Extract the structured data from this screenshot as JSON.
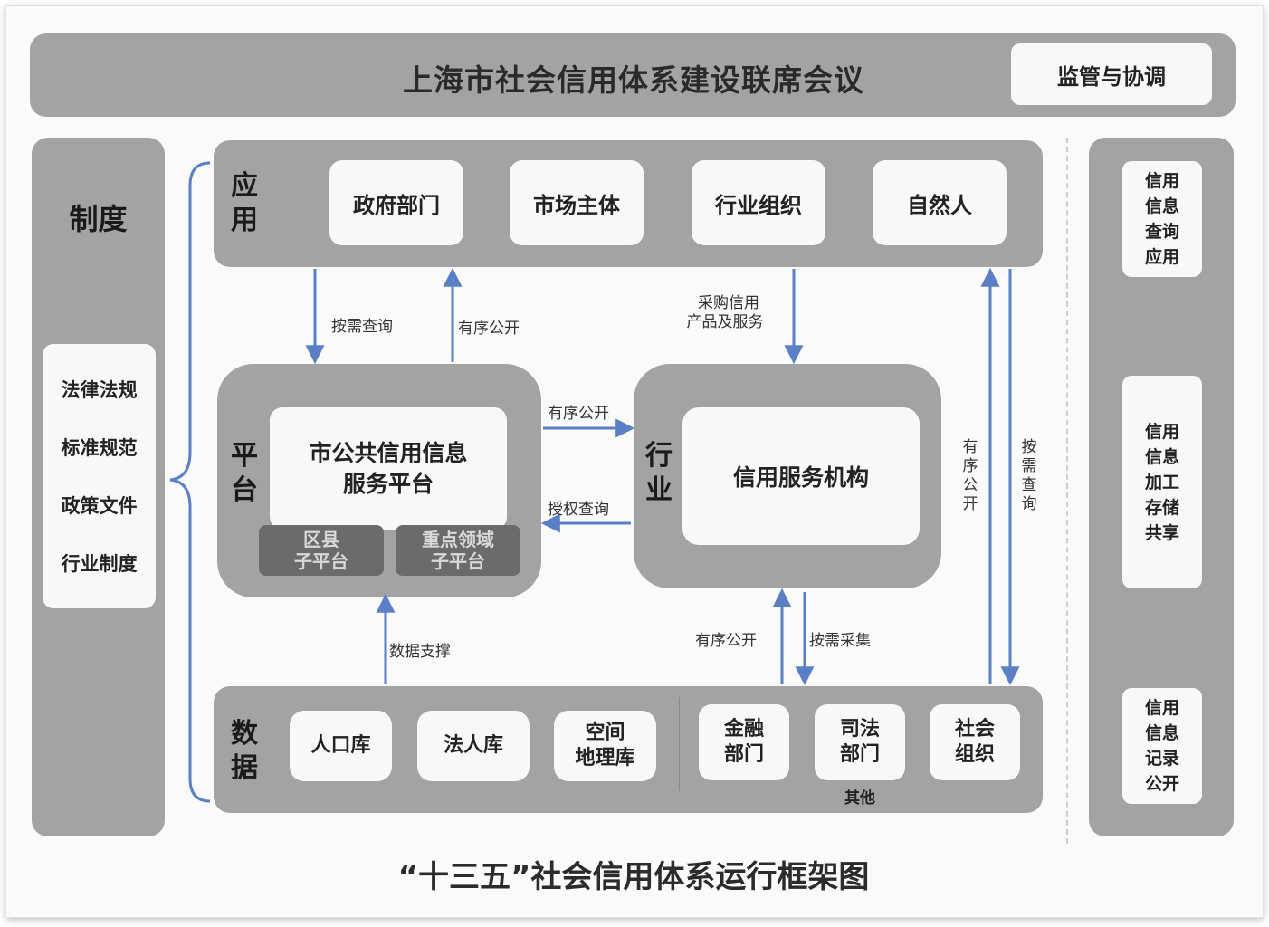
{
  "header": {
    "title": "上海市社会信用体系建设联席会议",
    "supervision": "监管与协调"
  },
  "institutions": {
    "title": "制度",
    "items": [
      "法律法规",
      "标准规范",
      "政策文件",
      "行业制度"
    ]
  },
  "application": {
    "label": [
      "应",
      "用"
    ],
    "entities": [
      "政府部门",
      "市场主体",
      "行业组织",
      "自然人"
    ]
  },
  "platform": {
    "label": [
      "平",
      "台"
    ],
    "main": [
      "市公共信用信息",
      "服务平台"
    ],
    "sub": [
      {
        "line1": "区县",
        "line2": "子平台"
      },
      {
        "line1": "重点领域",
        "line2": "子平台"
      }
    ]
  },
  "industry": {
    "label": [
      "行",
      "业"
    ],
    "main": "信用服务机构"
  },
  "data_layer": {
    "label": [
      "数",
      "据"
    ],
    "databases": [
      {
        "line1": "人口库",
        "line2": ""
      },
      {
        "line1": "法人库",
        "line2": ""
      },
      {
        "line1": "空间",
        "line2": "地理库"
      }
    ],
    "others": [
      {
        "line1": "金融",
        "line2": "部门"
      },
      {
        "line1": "司法",
        "line2": "部门"
      },
      {
        "line1": "社会",
        "line2": "组织"
      }
    ],
    "others_label": "其他"
  },
  "right_functions": [
    [
      "信用",
      "信息",
      "查询",
      "应用"
    ],
    [
      "信用",
      "信息",
      "加工",
      "存储",
      "共享"
    ],
    [
      "信用",
      "信息",
      "记录",
      "公开"
    ]
  ],
  "flows": {
    "query_on_demand": "按需查询",
    "orderly_disclosure": "有序公开",
    "purchase_line1": "采购信用",
    "purchase_line2": "产品及服务",
    "plat_to_ind": "有序公开",
    "authorized_query": "授权查询",
    "data_support": "数据支撑",
    "ind_disclosure": "有序公开",
    "on_demand_collect": "按需采集",
    "right_disclosure": [
      "有",
      "序",
      "公",
      "开"
    ],
    "right_query": [
      "按",
      "需",
      "查",
      "询"
    ]
  },
  "caption": "“十三五”社会信用体系运行框架图",
  "colors": {
    "band": "#a3a3a3",
    "box": "#f8f8f8",
    "sub_platform": "#6b6b6b",
    "arrow": "#5b7fc7"
  }
}
